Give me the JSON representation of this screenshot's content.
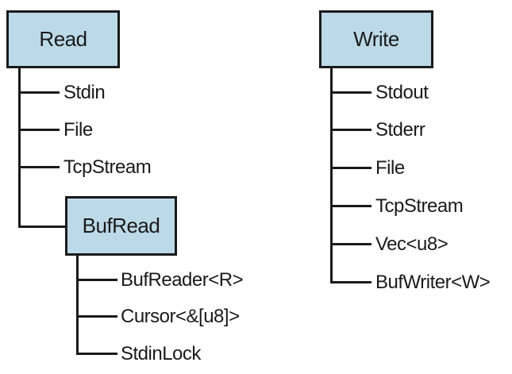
{
  "read": {
    "title": "Read",
    "items": [
      "Stdin",
      "File",
      "TcpStream"
    ]
  },
  "bufread": {
    "title": "BufRead",
    "items": [
      "BufReader<R>",
      "Cursor<&[u8]>",
      "StdinLock"
    ]
  },
  "write": {
    "title": "Write",
    "items": [
      "Stdout",
      "Stderr",
      "File",
      "TcpStream",
      "Vec<u8>",
      "BufWriter<W>"
    ]
  },
  "colors": {
    "box_fill": "#bcd9e8",
    "stroke": "#1a1a1a"
  }
}
